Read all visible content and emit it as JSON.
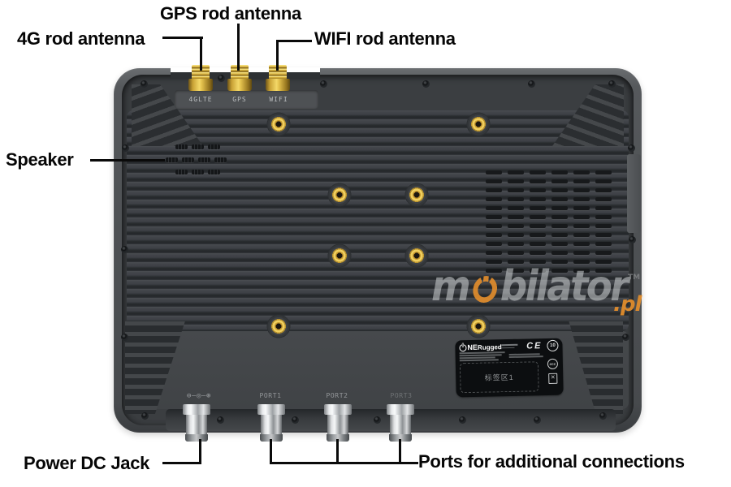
{
  "callouts": {
    "gps_antenna": "GPS rod antenna",
    "lte_antenna": "4G rod antenna",
    "wifi_antenna": "WIFI rod antenna",
    "speaker": "Speaker",
    "power_jack": "Power DC Jack",
    "ports": "Ports for additional connections"
  },
  "device": {
    "antenna_port_labels": [
      "4GLTE",
      "GPS",
      "WIFI"
    ],
    "bottom_port_labels": [
      "⊖–◎–⊕",
      "PORT1",
      "PORT2",
      "PORT3"
    ],
    "sticker": {
      "brand_prefix": "NE",
      "brand_suffix": "Rugged",
      "ce_mark": "CE",
      "rohs_mark": "10",
      "ccc_mark": "CCC",
      "label_area_text": "标签区1"
    }
  },
  "watermark": {
    "part1": "m",
    "part2": "bilator",
    "suffix": ".pl",
    "tm": "TM",
    "accent_color": "#e08c2c"
  },
  "colors": {
    "body": "#3b3e41",
    "shell": "#54575a",
    "screw_gold": "#e3bd45",
    "callout_text": "#060606"
  }
}
